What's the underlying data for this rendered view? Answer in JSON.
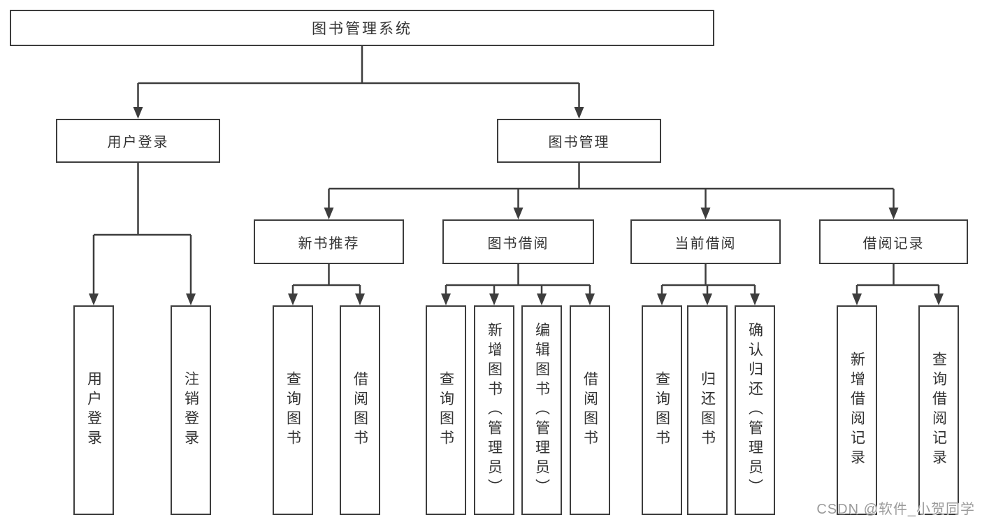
{
  "colors": {
    "line": "#3d3d3d",
    "box_border": "#3d3d3d",
    "text": "#333333",
    "background": "#ffffff",
    "watermark_text_color": "#9b9b9b"
  },
  "tree": {
    "root": {
      "label": "图书管理系统"
    },
    "branches": [
      {
        "label": "用户登录",
        "children": [
          {
            "label": "用户登录"
          },
          {
            "label": "注销登录"
          }
        ]
      },
      {
        "label": "图书管理",
        "children": [
          {
            "label": "新书推荐",
            "children": [
              {
                "label": "查询图书"
              },
              {
                "label": "借阅图书"
              }
            ]
          },
          {
            "label": "图书借阅",
            "children": [
              {
                "label": "查询图书"
              },
              {
                "label": "新增图书（管理员）"
              },
              {
                "label": "编辑图书（管理员）"
              },
              {
                "label": "借阅图书"
              }
            ]
          },
          {
            "label": "当前借阅",
            "children": [
              {
                "label": "查询图书"
              },
              {
                "label": "归还图书"
              },
              {
                "label": "确认归还（管理员）"
              }
            ]
          },
          {
            "label": "借阅记录",
            "children": [
              {
                "label": "新增借阅记录"
              },
              {
                "label": "查询借阅记录"
              }
            ]
          }
        ]
      }
    ]
  },
  "watermark": {
    "text": "CSDN @软件_小贺同学"
  }
}
